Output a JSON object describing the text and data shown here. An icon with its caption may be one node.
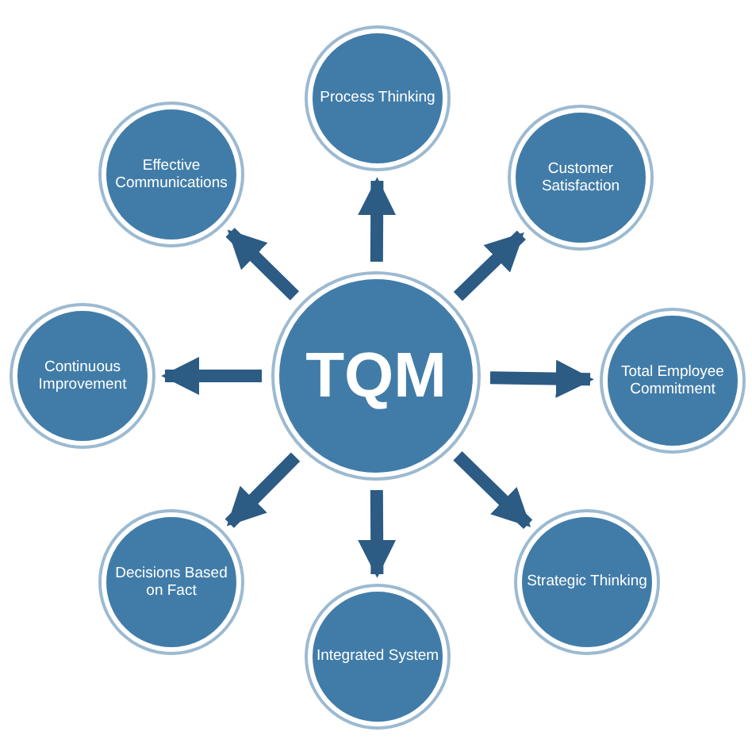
{
  "diagram": {
    "nodes": [
      {
        "text": [
          "TQM"
        ]
      },
      {
        "text": [
          "Process Thinking"
        ]
      },
      {
        "text": [
          "Customer Satisfaction"
        ]
      },
      {
        "text": [
          "Total Employee Commitment"
        ]
      },
      {
        "text": [
          "Strategic Thinking"
        ]
      },
      {
        "text": [
          "Integrated System"
        ]
      },
      {
        "text": [
          "Decisions Based on Fact"
        ]
      },
      {
        "text": [
          "Continuous Improvement"
        ]
      },
      {
        "text": [
          "Effective Communications"
        ]
      }
    ],
    "edges": [
      {
        "from": 0,
        "to": 1,
        "arrow": "to"
      },
      {
        "from": 0,
        "to": 2,
        "arrow": "to"
      },
      {
        "from": 0,
        "to": 3,
        "arrow": "to"
      },
      {
        "from": 0,
        "to": 4,
        "arrow": "to"
      },
      {
        "from": 0,
        "to": 5,
        "arrow": "to"
      },
      {
        "from": 0,
        "to": 6,
        "arrow": "to"
      },
      {
        "from": 0,
        "to": 7,
        "arrow": "to"
      },
      {
        "from": 0,
        "to": 8,
        "arrow": "to"
      }
    ]
  }
}
